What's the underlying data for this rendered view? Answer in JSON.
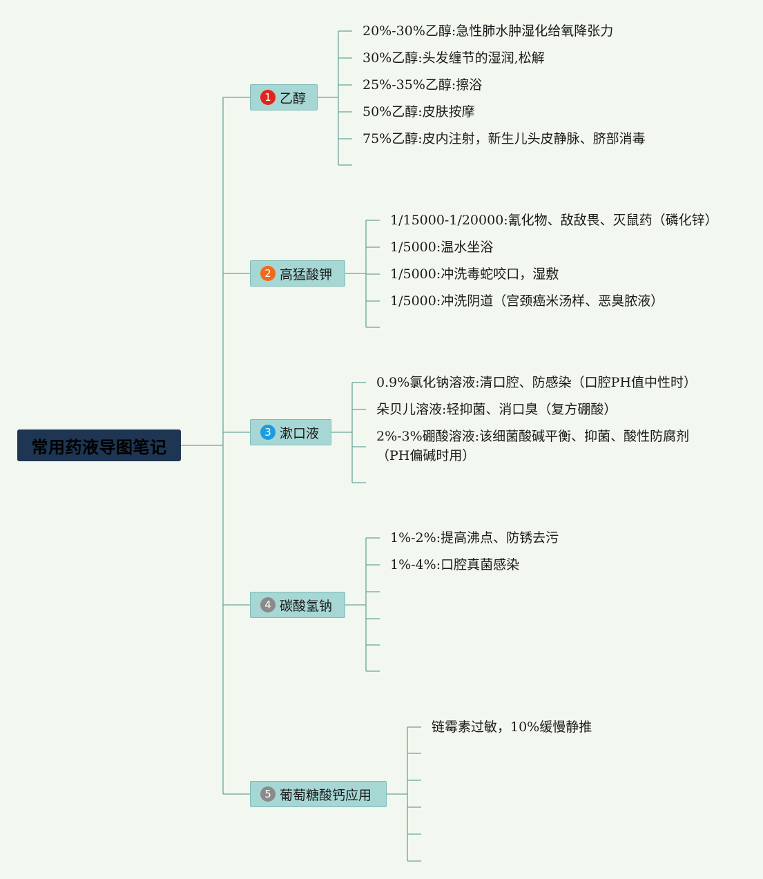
{
  "root": "常用药液导图笔记",
  "colors": {
    "background": "#f2f8ef",
    "root_fill": "#1e3553",
    "branch_fill": "#a6d7d5",
    "line": "#6aa39b"
  },
  "branches": [
    {
      "number": "1",
      "badge_color": "#e2241a",
      "label": "乙醇",
      "leaves": [
        "20%-30%乙醇:急性肺水肿湿化给氧降张力",
        "30%乙醇:头发缠节的湿润,松解",
        "25%-35%乙醇:擦浴",
        "50%乙醇:皮肤按摩",
        "75%乙醇:皮内注射，新生儿头皮静脉、脐部消毒",
        ""
      ]
    },
    {
      "number": "2",
      "badge_color": "#ee6a1c",
      "label": "高猛酸钾",
      "leaves": [
        "1/15000-1/20000:氰化物、敌敌畏、灭鼠药（磷化锌）",
        "1/5000:温水坐浴",
        "1/5000:冲洗毒蛇咬口，湿敷",
        "1/5000:冲洗阴道（宫颈癌米汤样、恶臭脓液）",
        ""
      ]
    },
    {
      "number": "3",
      "badge_color": "#1c9be0",
      "label": "漱口液",
      "leaves": [
        "0.9%氯化钠溶液:清口腔、防感染（口腔PH值中性时）",
        "朵贝儿溶液:轻抑菌、消口臭（复方硼酸）",
        "2%-3%硼酸溶液:该细菌酸碱平衡、抑菌、酸性防腐剂（PH偏碱时用）",
        ""
      ]
    },
    {
      "number": "4",
      "badge_color": "#8a8a8a",
      "label": "碳酸氢钠",
      "leaves": [
        "1%-2%:提高沸点、防锈去污",
        "1%-4%:口腔真菌感染",
        "",
        "",
        "",
        ""
      ]
    },
    {
      "number": "5",
      "badge_color": "#8a8a8a",
      "label": "葡萄糖酸钙应用",
      "leaves": [
        "链霉素过敏，10%缓慢静推",
        "",
        "",
        "",
        "",
        ""
      ]
    }
  ]
}
